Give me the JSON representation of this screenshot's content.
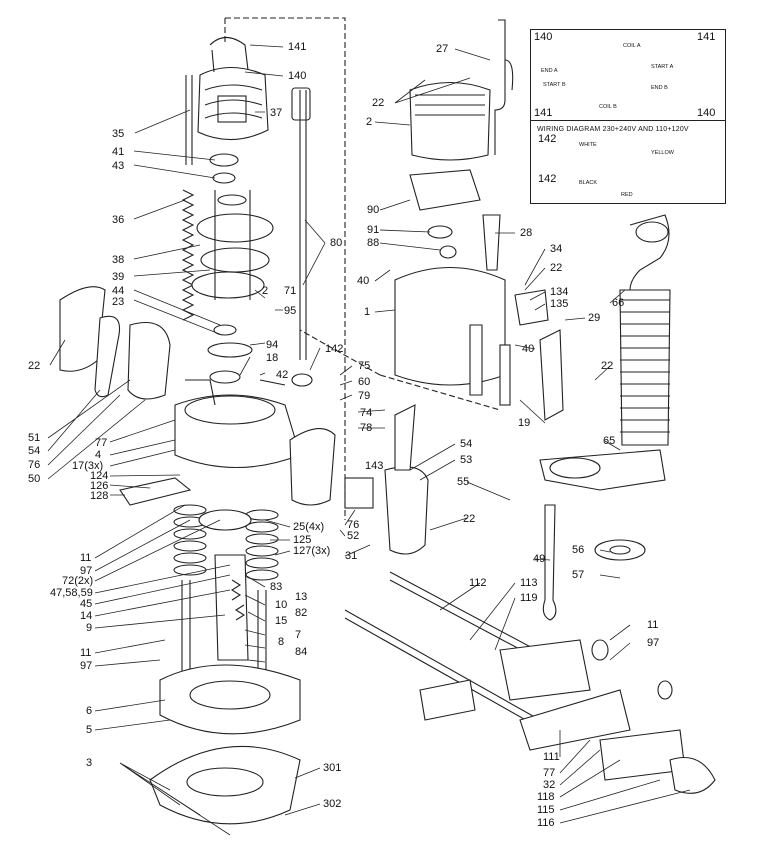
{
  "diagram": {
    "inset": {
      "wiring_title": "WIRING DIAGRAM 230+240V AND 110+120V",
      "terminal_labels": [
        "COIL A",
        "END A",
        "START A",
        "START B",
        "COIL B",
        "END B"
      ],
      "small_labels": [
        "WHITE",
        "BLACK",
        "RED",
        "YELLOW"
      ]
    },
    "labels": {
      "n141a": "141",
      "n140a": "140",
      "n35": "35",
      "n37": "37",
      "n41": "41",
      "n43": "43",
      "n36": "36",
      "n38": "38",
      "n39": "39",
      "n44": "44",
      "n23": "23",
      "n2a": "2",
      "n71": "71",
      "n95": "95",
      "n94": "94",
      "n18": "18",
      "n42": "42",
      "n80": "80",
      "n142a": "142",
      "n75": "75",
      "n60": "60",
      "n79": "79",
      "n22a": "22",
      "n51": "51",
      "n54a": "54",
      "n76a": "76",
      "n50": "50",
      "n77a": "77",
      "n4": "4",
      "n17": "17(3x)",
      "n124": "124",
      "n126": "126",
      "n128": "128",
      "n74": "74",
      "n78": "78",
      "n54b": "54",
      "n53": "53",
      "n143": "143",
      "n55": "55",
      "n22b": "22",
      "n76b": "76",
      "n52": "52",
      "n31": "31",
      "n25": "25(4x)",
      "n125": "125",
      "n127": "127(3x)",
      "n11a": "11",
      "n97a": "97",
      "n72": "72(2x)",
      "n47": "47,58,59",
      "n45": "45",
      "n14": "14",
      "n9": "9",
      "n83": "83",
      "n10": "10",
      "n13": "13",
      "n82": "82",
      "n15": "15",
      "n7": "7",
      "n8": "8",
      "n84": "84",
      "n11b": "11",
      "n97b": "97",
      "n6": "6",
      "n5": "5",
      "n3": "3",
      "n301": "301",
      "n302": "302",
      "n27": "27",
      "n22c": "22",
      "n2b": "2",
      "n90": "90",
      "n91": "91",
      "n88": "88",
      "n28": "28",
      "n40a": "40",
      "n1": "1",
      "n34": "34",
      "n22d": "22",
      "n134": "134",
      "n135": "135",
      "n40b": "40",
      "n29": "29",
      "n66": "66",
      "n22e": "22",
      "n19": "19",
      "n65": "65",
      "n49": "49",
      "n56": "56",
      "n57": "57",
      "n112": "112",
      "n113": "113",
      "n119": "119",
      "n11c": "11",
      "n97c": "97",
      "n111": "111",
      "n77b": "77",
      "n32": "32",
      "n118": "118",
      "n115": "115",
      "n116": "116",
      "i140a": "140",
      "i141a": "141",
      "i141b": "141",
      "i140b": "140",
      "i142a": "142",
      "i142b": "142"
    }
  }
}
